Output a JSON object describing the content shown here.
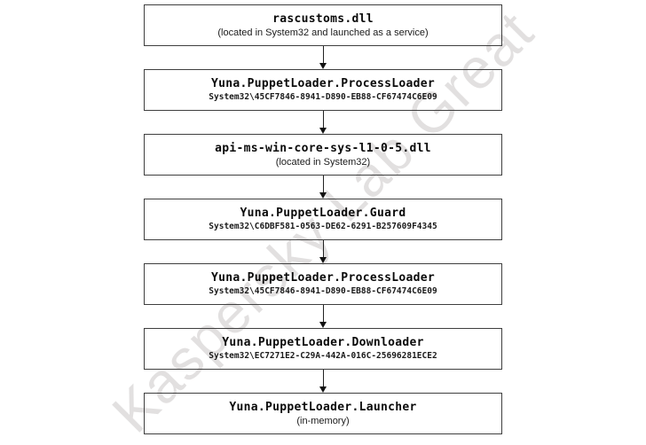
{
  "watermark": "Kaspersky Lab Great",
  "colors": {
    "background": "#ffffff",
    "box_border": "#3f3f3f",
    "text": "#0a0a0a",
    "watermark": "#e2e0e0"
  },
  "flowchart": {
    "direction": "top-down",
    "nodes": [
      {
        "title": "rascustoms.dll",
        "subtitle": "(located in System32 and launched as a service)",
        "subtitle_style": "plain"
      },
      {
        "title": "Yuna.PuppetLoader.ProcessLoader",
        "subtitle": "System32\\45CF7846-8941-D890-EB88-CF67474C6E09",
        "subtitle_style": "mono"
      },
      {
        "title": "api-ms-win-core-sys-l1-0-5.dll",
        "subtitle": "(located in System32)",
        "subtitle_style": "plain"
      },
      {
        "title": "Yuna.PuppetLoader.Guard",
        "subtitle": "System32\\C6DBF581-0563-DE62-6291-B257609F4345",
        "subtitle_style": "mono"
      },
      {
        "title": "Yuna.PuppetLoader.ProcessLoader",
        "subtitle": "System32\\45CF7846-8941-D890-EB88-CF67474C6E09",
        "subtitle_style": "mono"
      },
      {
        "title": "Yuna.PuppetLoader.Downloader",
        "subtitle": "System32\\EC7271E2-C29A-442A-016C-25696281ECE2",
        "subtitle_style": "mono"
      },
      {
        "title": "Yuna.PuppetLoader.Launcher",
        "subtitle": "(in-memory)",
        "subtitle_style": "plain"
      }
    ],
    "edges": [
      {
        "from": 0,
        "to": 1
      },
      {
        "from": 1,
        "to": 2
      },
      {
        "from": 2,
        "to": 3
      },
      {
        "from": 3,
        "to": 4
      },
      {
        "from": 4,
        "to": 5
      },
      {
        "from": 5,
        "to": 6
      }
    ]
  }
}
